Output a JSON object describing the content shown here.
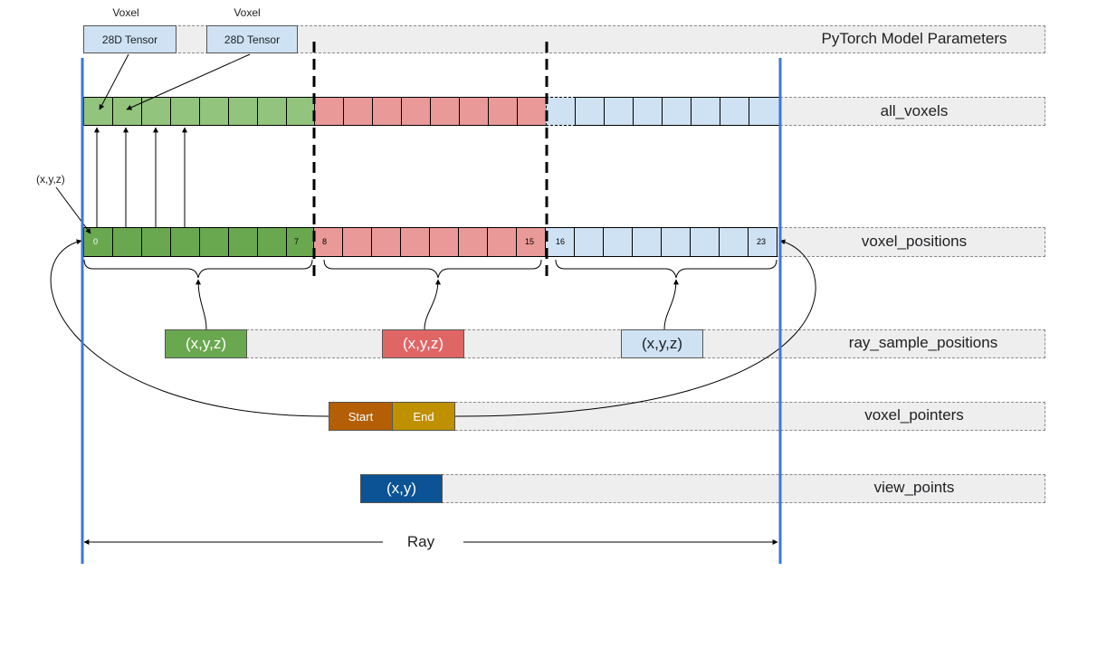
{
  "params": {
    "label": "PyTorch Model Parameters",
    "tensors": [
      {
        "caption": "Voxel",
        "text": "28D Tensor"
      },
      {
        "caption": "Voxel",
        "text": "28D Tensor"
      }
    ]
  },
  "all_voxels": {
    "label": "all_voxels"
  },
  "voxel_positions": {
    "label": "voxel_positions",
    "coord_label": "(x,y,z)",
    "nums": [
      "0",
      "7",
      "8",
      "15",
      "16",
      "23"
    ]
  },
  "ray_sample_positions": {
    "label": "ray_sample_positions",
    "boxes": [
      "(x,y,z)",
      "(x,y,z)",
      "(x,y,z)"
    ]
  },
  "voxel_pointers": {
    "label": "voxel_pointers",
    "start": "Start",
    "end": "End"
  },
  "view_points": {
    "label": "view_points",
    "box": "(x,y)"
  },
  "ray": {
    "label": "Ray"
  },
  "colors": {
    "green_light": "#93c47d",
    "green_dark": "#6aa84f",
    "red": "#ea9999",
    "blue": "#cfe2f3",
    "ray_line": "#3c78d8",
    "start": "#b45f06",
    "end": "#bf9000",
    "view": "#0b5394",
    "sample_red": "#e06666"
  }
}
